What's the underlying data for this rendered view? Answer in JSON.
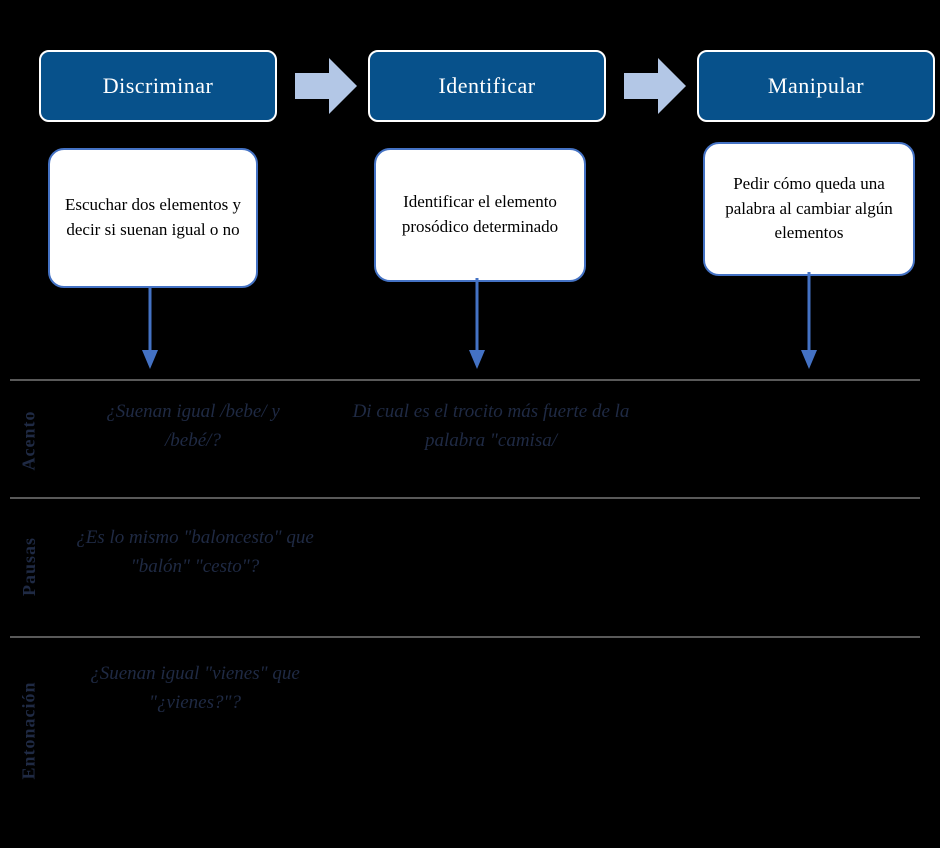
{
  "theme": {
    "background": "#000000",
    "stage_fill": "#07518B",
    "stage_text": "#ffffff",
    "block_arrow_fill": "#B3C7E6",
    "desc_border": "#4472C4",
    "desc_fill": "#ffffff",
    "connector_arrow": "#4472C4",
    "rule_color": "#595959",
    "label_color": "#1F2A44",
    "example_color": "#1F2A44"
  },
  "stages": [
    {
      "id": "discriminar",
      "title": "Discriminar",
      "description": "Escuchar dos elementos y decir si suenan igual o no"
    },
    {
      "id": "identificar",
      "title": "Identificar",
      "description": "Identificar el elemento prosódico determinado"
    },
    {
      "id": "manipular",
      "title": "Manipular",
      "description": "Pedir cómo queda una palabra al cambiar algún elementos"
    }
  ],
  "flow_arrows": [
    {
      "name": "arrow-discriminar-to-identificar",
      "direction": "right"
    },
    {
      "name": "arrow-identificar-to-manipular",
      "direction": "right"
    }
  ],
  "connectors": [
    {
      "name": "connector-discriminar",
      "direction": "down"
    },
    {
      "name": "connector-identificar",
      "direction": "down"
    },
    {
      "name": "connector-manipular",
      "direction": "down"
    }
  ],
  "rows": [
    {
      "id": "acento",
      "label": "Acento",
      "examples": {
        "discriminar": "¿Suenan igual /bebe/ y /bebé/?",
        "identificar": "Di cual es el trocito más fuerte de la palabra \"camisa/",
        "manipular": ""
      }
    },
    {
      "id": "pausas",
      "label": "Pausas",
      "examples": {
        "discriminar": "¿Es lo mismo \"baloncesto\" que \"balón\" \"cesto\"?",
        "identificar": "",
        "manipular": ""
      }
    },
    {
      "id": "entonacion",
      "label": "Entonación",
      "examples": {
        "discriminar": "¿Suenan igual \"vienes\" que \"¿vienes?\"?",
        "identificar": "",
        "manipular": ""
      }
    }
  ]
}
